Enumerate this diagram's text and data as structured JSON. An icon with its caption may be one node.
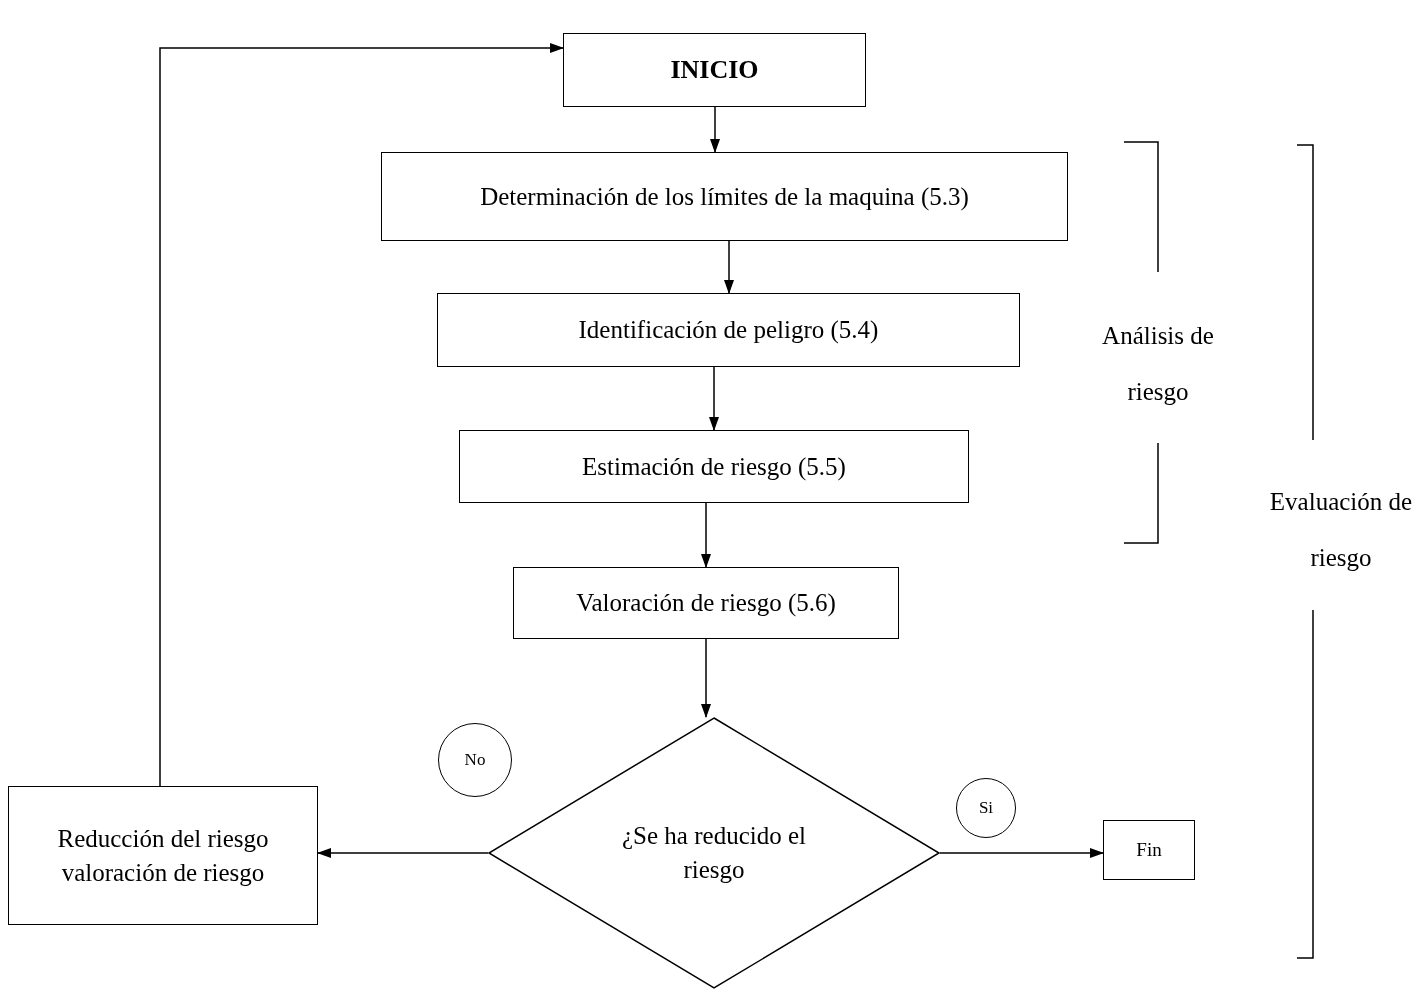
{
  "diagram": {
    "nodes": [
      {
        "text": [
          "INICIO"
        ]
      },
      {
        "text": [
          "Determinación de los límites de la maquina (5.3)"
        ]
      },
      {
        "text": [
          "Identificación de peligro (5.4)"
        ]
      },
      {
        "text": [
          "Estimación de riesgo (5.5)"
        ]
      },
      {
        "text": [
          "Valoración de riesgo (5.6)"
        ]
      },
      {
        "text": [
          "¿Se ha reducido el riesgo"
        ]
      },
      {
        "text": [
          "No"
        ]
      },
      {
        "text": [
          "Si"
        ]
      },
      {
        "text": [
          "Reducción del riesgo valoración de riesgo"
        ]
      },
      {
        "text": [
          "Fin"
        ]
      }
    ],
    "edges": [
      {
        "from": 0,
        "to": 1,
        "arrow": "to"
      },
      {
        "from": 1,
        "to": 2,
        "arrow": "to"
      },
      {
        "from": 2,
        "to": 3,
        "arrow": "to"
      },
      {
        "from": 3,
        "to": 4,
        "arrow": "to"
      },
      {
        "from": 4,
        "to": 5,
        "arrow": "to"
      },
      {
        "from": 5,
        "to": 8,
        "arrow": "to"
      },
      {
        "from": 5,
        "to": 9,
        "arrow": "to"
      },
      {
        "from": 8,
        "to": 0,
        "arrow": "to"
      }
    ],
    "labels": [
      "Análisis de riesgo",
      "Evaluación de riesgo"
    ]
  }
}
